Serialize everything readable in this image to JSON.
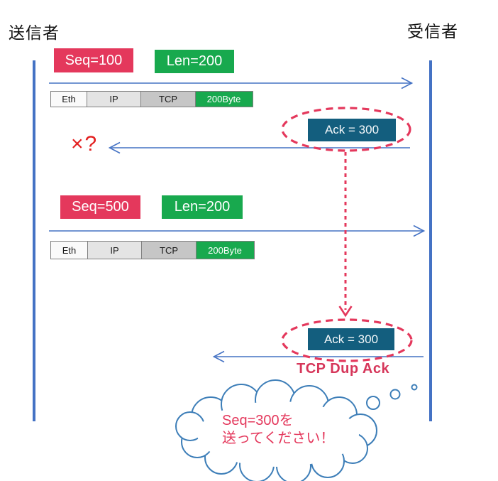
{
  "diagram_title": "TCP duplicate ACK sequence diagram",
  "colors": {
    "lifeline_blue": "#4472C4",
    "arrow_blue": "#4472C4",
    "crimson": "#E4385C",
    "green": "#18A94E",
    "ack_teal": "#135E7E",
    "lost_red": "#E32020",
    "cloud_blue": "#3D7EB8",
    "packet_border": "#7F7F7F"
  },
  "actors": {
    "sender": "送信者",
    "receiver": "受信者"
  },
  "flow1": {
    "seq": "Seq=100",
    "len": "Len=200",
    "packet": [
      "Eth",
      "IP",
      "TCP",
      "200Byte"
    ]
  },
  "ack1": {
    "label": "Ack = 300"
  },
  "lost_marker": "×?",
  "flow2": {
    "seq": "Seq=500",
    "len": "Len=200",
    "packet": [
      "Eth",
      "IP",
      "TCP",
      "200Byte"
    ]
  },
  "ack2": {
    "label": "Ack = 300",
    "caption": "TCP Dup Ack"
  },
  "cloud": {
    "line1": "Seq=300を",
    "line2": "送ってください！"
  }
}
